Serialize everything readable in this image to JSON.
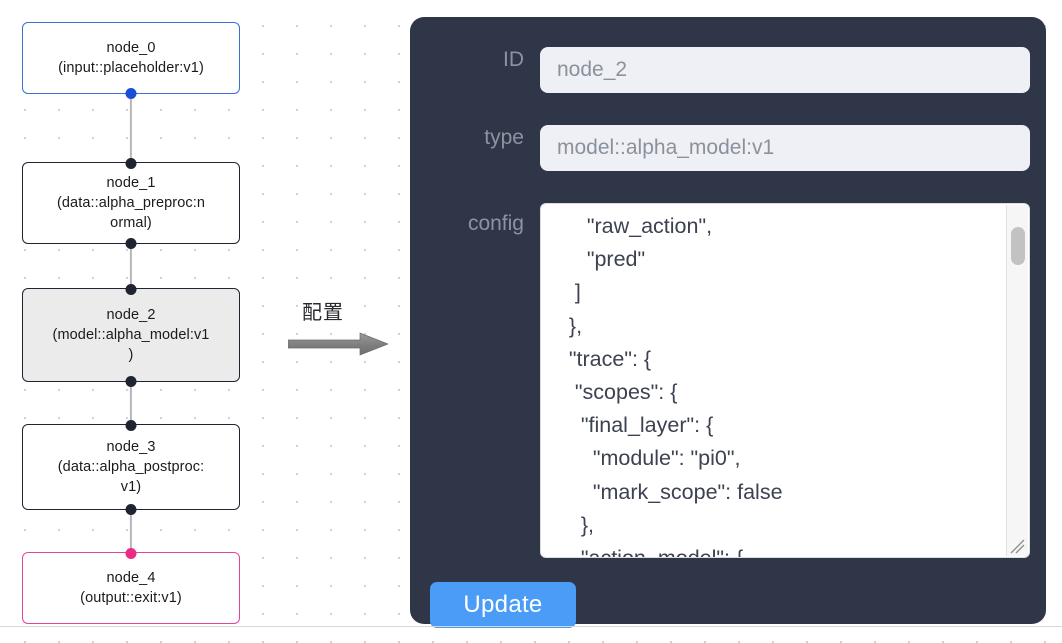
{
  "canvas": {
    "background": "#ffffff",
    "dot_color": "#c9c7d4"
  },
  "graph": {
    "nodes": [
      {
        "id": "node_0",
        "title": "node_0",
        "subtitle": "(input::placeholder:v1)",
        "accent": "#3b6fd4",
        "selected": false
      },
      {
        "id": "node_1",
        "title": "node_1",
        "subtitle": "(data::alpha_preproc:normal)",
        "subtitle_line_1": "(data::alpha_preproc:n",
        "subtitle_line_2": "ormal)",
        "accent": "#1f2430",
        "selected": false
      },
      {
        "id": "node_2",
        "title": "node_2",
        "subtitle": "(model::alpha_model:v1)",
        "subtitle_line_1": "(model::alpha_model:v1",
        "subtitle_line_2": ")",
        "accent": "#1f2430",
        "selected": true
      },
      {
        "id": "node_3",
        "title": "node_3",
        "subtitle": "(data::alpha_postproc:v1)",
        "subtitle_line_1": "(data::alpha_postproc:",
        "subtitle_line_2": "v1)",
        "accent": "#1f2430",
        "selected": false
      },
      {
        "id": "node_4",
        "title": "node_4",
        "subtitle": "(output::exit:v1)",
        "accent": "#e5449b",
        "selected": false
      }
    ],
    "edges": [
      {
        "from": "node_0",
        "to": "node_1"
      },
      {
        "from": "node_1",
        "to": "node_2"
      },
      {
        "from": "node_2",
        "to": "node_3"
      },
      {
        "from": "node_3",
        "to": "node_4"
      }
    ]
  },
  "annotation": {
    "caption": "配置",
    "arrow_color": "#808080"
  },
  "panel": {
    "background": "#2e3648",
    "fields": {
      "id": {
        "label": "ID",
        "value": "node_2"
      },
      "type": {
        "label": "type",
        "value": "model::alpha_model:v1"
      },
      "config": {
        "label": "config",
        "value": "      \"raw_action\",\n      \"pred\"\n    ]\n   },\n   \"trace\": {\n    \"scopes\": {\n     \"final_layer\": {\n       \"module\": \"pi0\",\n       \"mark_scope\": false\n     },\n     \"action_model\": {",
        "scroll_position": "near-top"
      }
    },
    "update_button": {
      "label": "Update",
      "color": "#4a9cf6"
    }
  }
}
